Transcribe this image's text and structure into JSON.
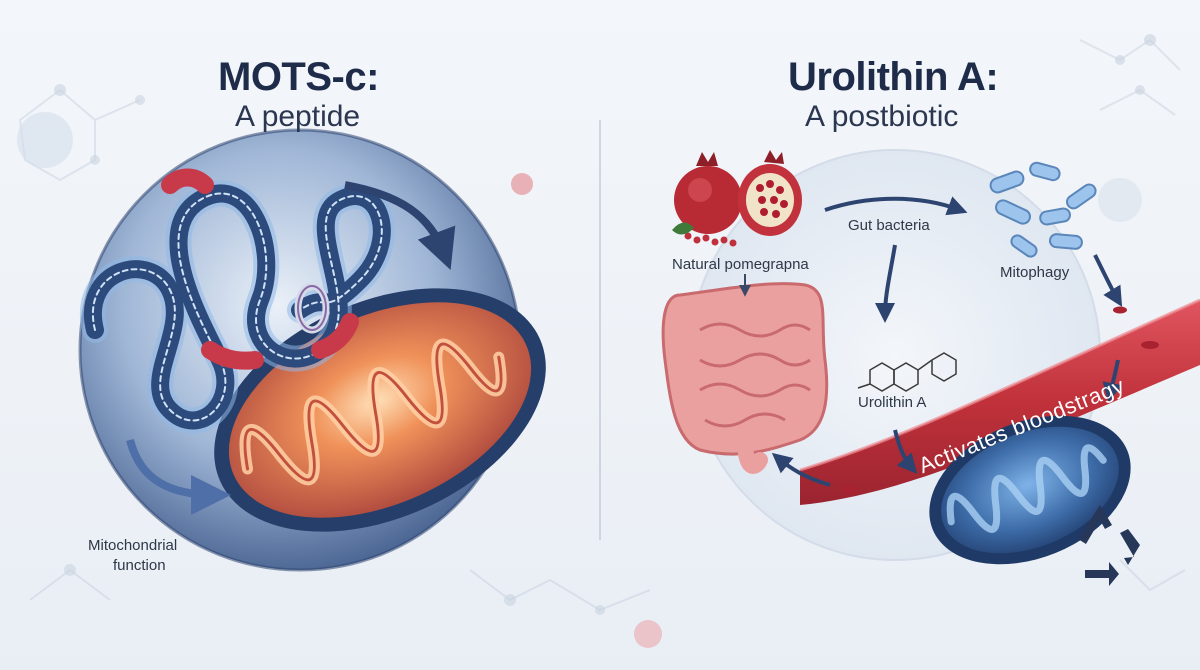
{
  "left_panel": {
    "title": "MOTS-c:",
    "subtitle": "A peptide",
    "label": [
      "Mitochondrial",
      "function"
    ]
  },
  "right_panel": {
    "title": "Urolithin A:",
    "subtitle": "A postbiotic",
    "labels": {
      "source": "Natural pomegrapna",
      "bacteria": "Gut bacteria",
      "mitophagy": "Mitophagy",
      "compound": "Urolithin A",
      "bloodstream": "Activates bloodstragy"
    }
  },
  "colors": {
    "background": "#eef2f7",
    "navy": "#2e4470",
    "peptide_blue": "#6f9fd6",
    "peptide_red": "#c83a4a",
    "mito_orange": "#e07a4a",
    "intestine_pink": "#eba0a0",
    "blood_red": "#c0313a",
    "mito_blue": "#4a7fc0"
  },
  "icons": [
    "recycle-icon",
    "pomegranate-icon",
    "bacteria-icon",
    "molecule-icon",
    "intestine-icon",
    "mitochondrion-icon"
  ]
}
